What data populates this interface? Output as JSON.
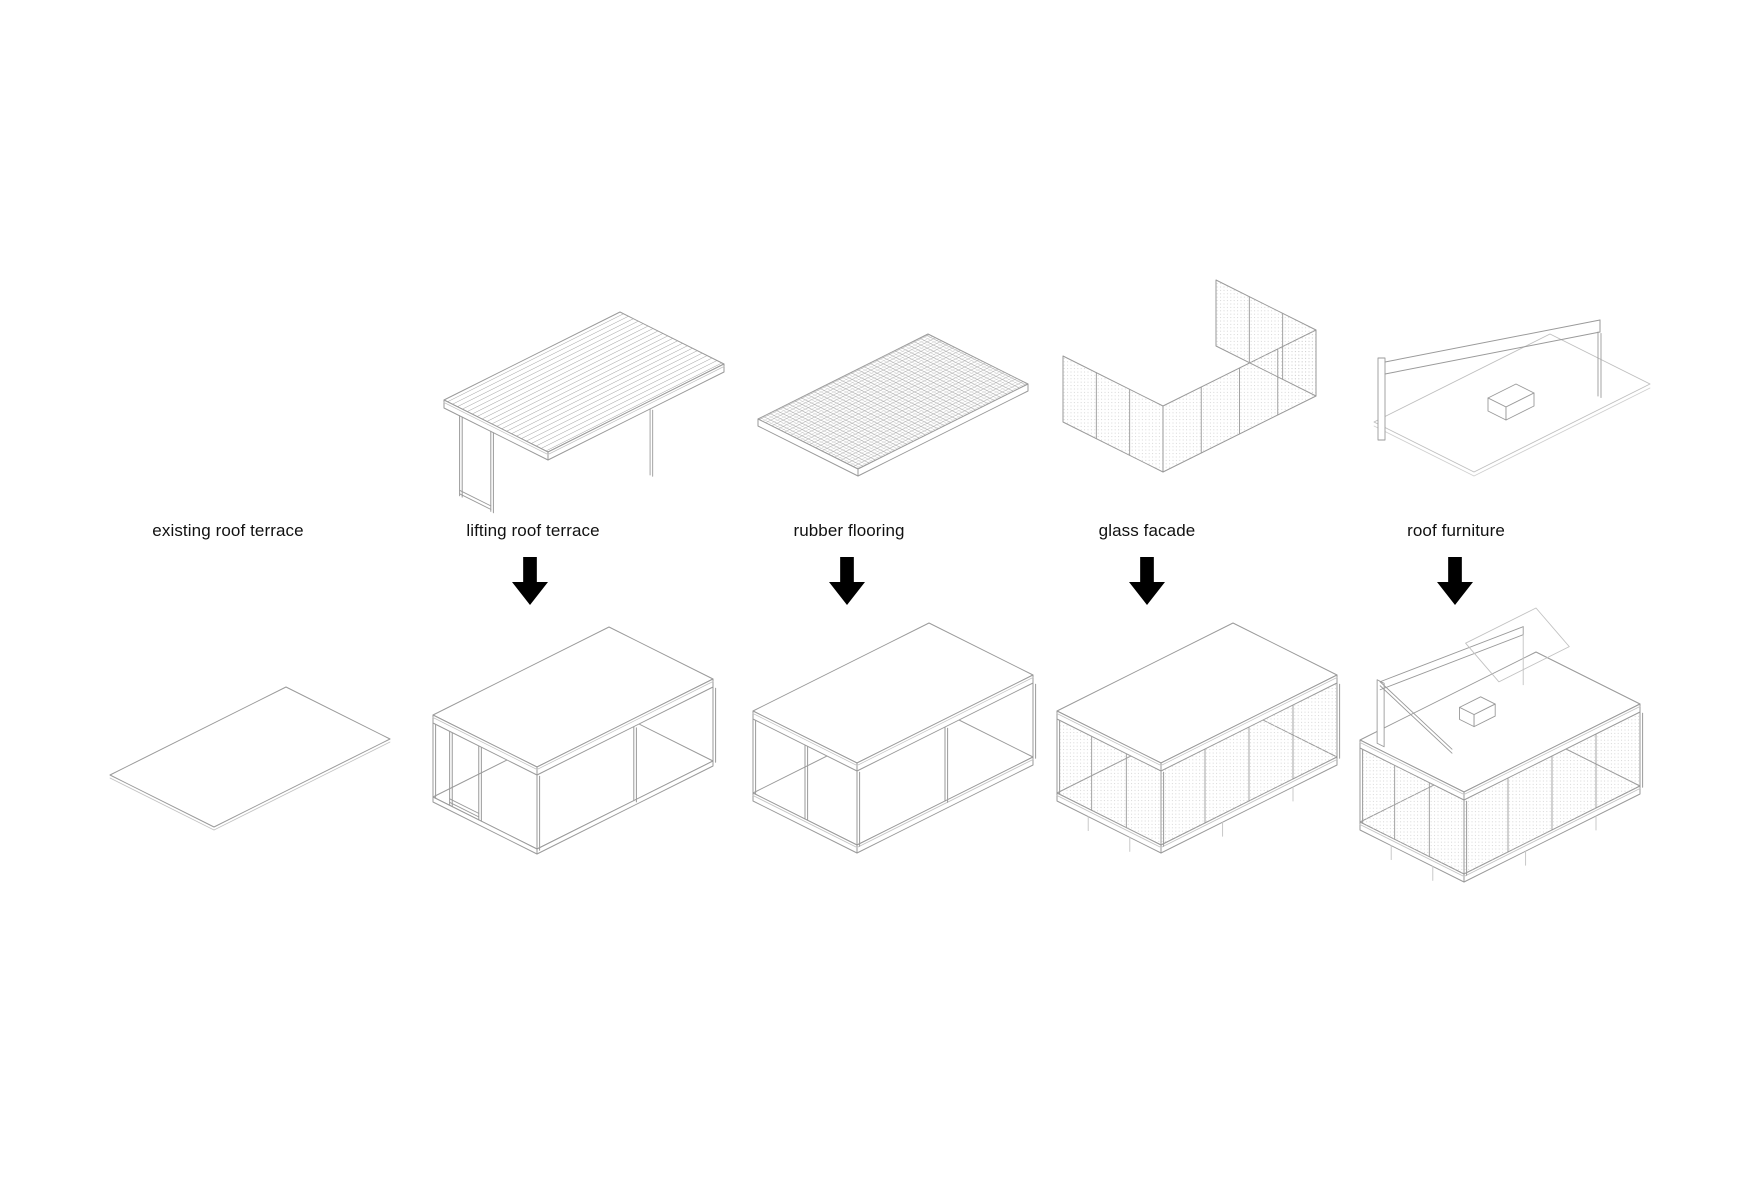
{
  "sequence": {
    "steps": [
      {
        "label": "existing roof terrace",
        "arrow": false
      },
      {
        "label": "lifting roof terrace",
        "arrow": true
      },
      {
        "label": "rubber flooring",
        "arrow": true
      },
      {
        "label": "glass facade",
        "arrow": true
      },
      {
        "label": "roof furniture",
        "arrow": true
      }
    ],
    "arrow_icon": "down-arrow",
    "colors": {
      "background": "#ffffff",
      "label": "#111111",
      "arrow": "#000000",
      "line": "#9a9a9a",
      "line_light": "#c2c2c2",
      "hatch": "#8f8f8f",
      "stipple": "#d0d0d0"
    }
  }
}
